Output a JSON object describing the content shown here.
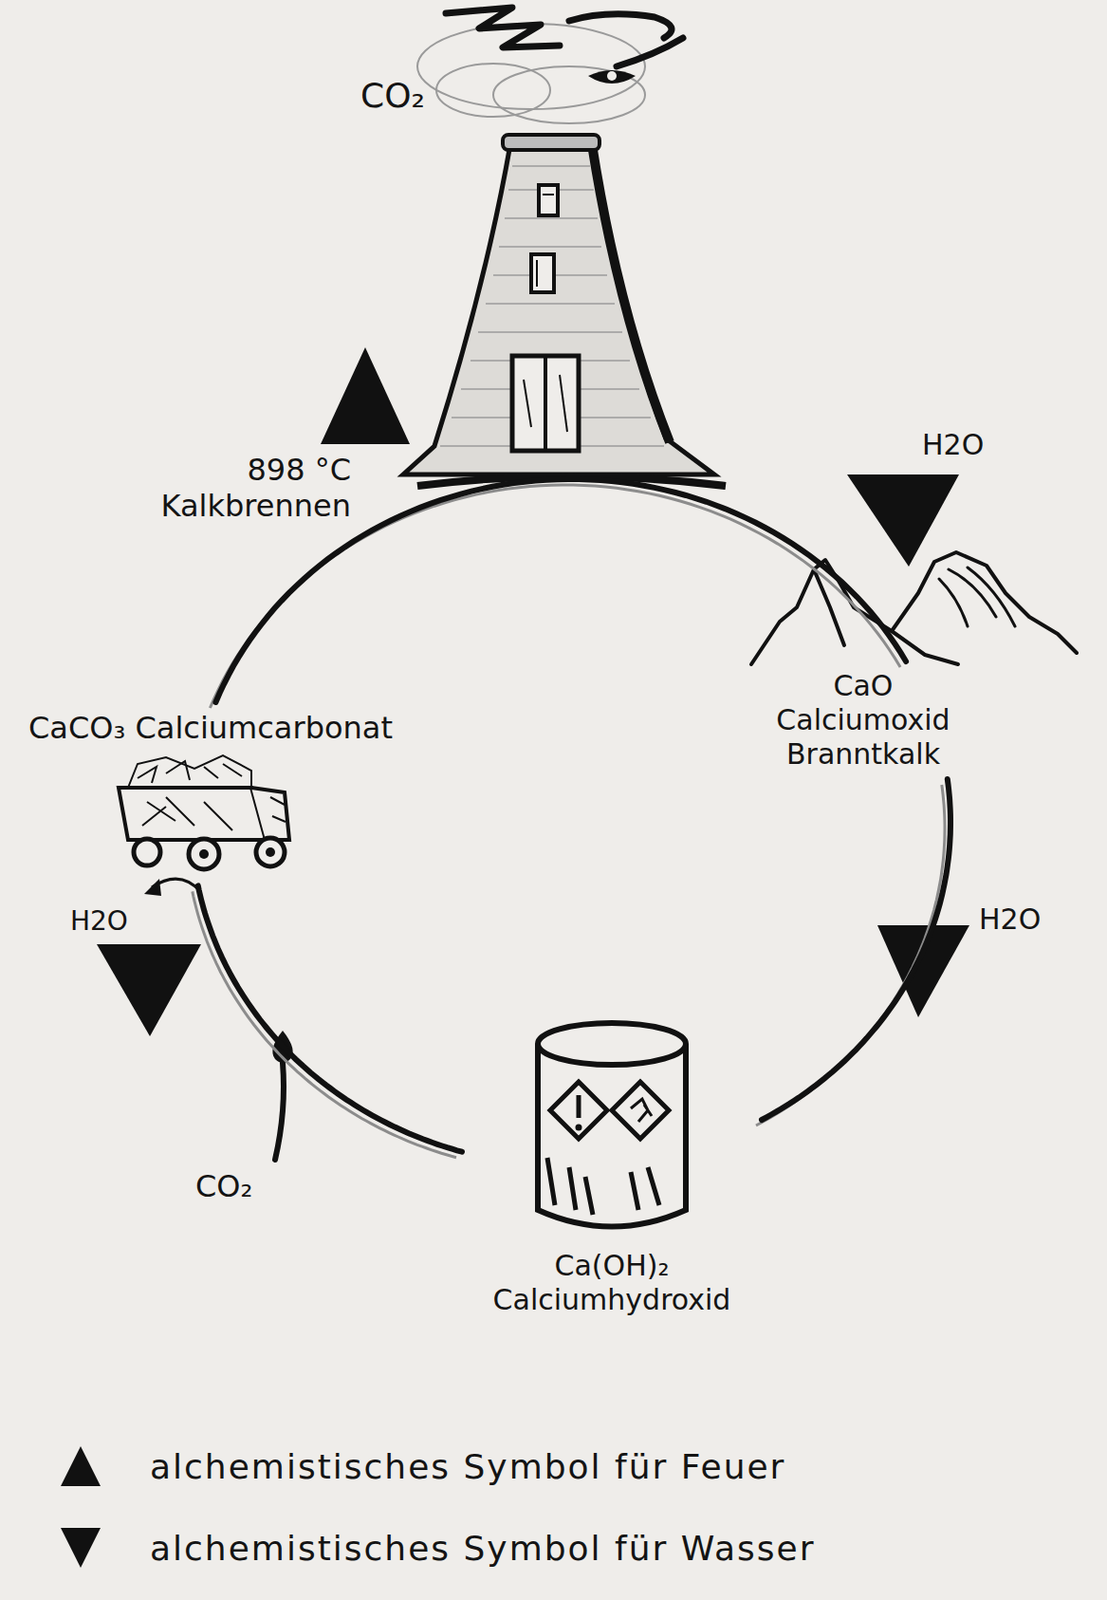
{
  "diagram": {
    "nodes": [
      {
        "text": [
          "CaCO₃ Calciumcarbonat"
        ]
      },
      {
        "text": [
          "CaO",
          "Calciumoxid Branntkalk"
        ]
      },
      {
        "text": [
          "Ca(OH)₂",
          "Calciumhydroxid"
        ]
      }
    ],
    "edges": [
      {
        "from": 0,
        "to": 1,
        "label": "898 °C Kalkbrennen",
        "arrow": "none"
      },
      {
        "from": 1,
        "to": 2,
        "arrow": "none"
      },
      {
        "from": 2,
        "to": 0,
        "arrow": "none"
      }
    ],
    "labels": [
      "CO₂",
      "H2O",
      "H2O",
      "H2O",
      "CO₂"
    ],
    "legend": [
      {
        "text": "alchemistisches Symbol für Feuer"
      },
      {
        "text": "alchemistisches Symbol für Wasser"
      }
    ]
  }
}
